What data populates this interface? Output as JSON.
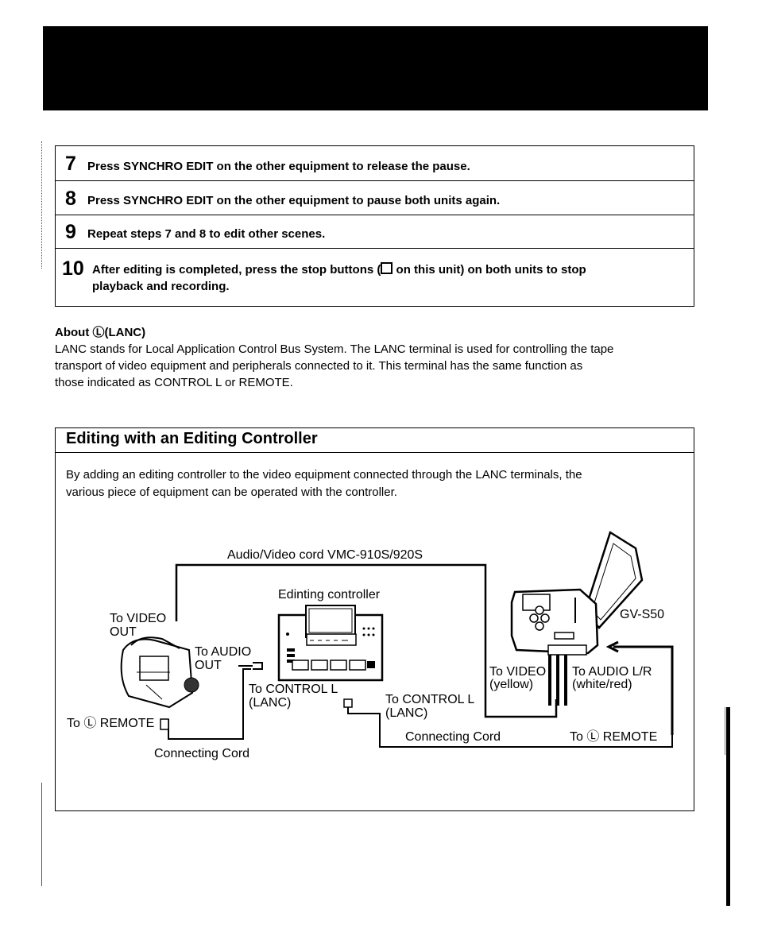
{
  "steps": [
    {
      "num": "7",
      "text": "Press SYNCHRO EDIT on the other equipment to release the pause."
    },
    {
      "num": "8",
      "text": "Press SYNCHRO EDIT on the other equipment to pause both units again."
    },
    {
      "num": "9",
      "text": "Repeat steps 7 and 8 to edit other scenes."
    },
    {
      "num": "10",
      "text_before": "After editing is completed, press the stop buttons (",
      "text_after": " on this unit) on both units to stop",
      "text_line2": "playback and recording."
    }
  ],
  "about": {
    "title": "About Ⓛ(LANC)",
    "body_line1": "LANC stands for Local Application Control Bus System. The LANC terminal is used for controlling the tape",
    "body_line2": "transport of video equipment and peripherals connected to it. This terminal has the same function as",
    "body_line3": "those indicated as CONTROL L or REMOTE."
  },
  "editing": {
    "title": "Editing with an Editing Controller",
    "intro_line1": "By adding an editing controller to the video equipment connected through the LANC terminals, the",
    "intro_line2": "various piece of equipment can be operated with the controller."
  },
  "diagram": {
    "av_cord": "Audio/Video cord VMC-910S/920S",
    "controller": "Edinting controller",
    "to_video_out_1": "To VIDEO",
    "to_video_out_2": "OUT",
    "to_audio_out_1": "To AUDIO",
    "to_audio_out_2": "OUT",
    "to_control_l_1a": "To CONTROL L",
    "to_control_l_1b": "(LANC)",
    "to_control_l_2a": "To CONTROL L",
    "to_control_l_2b": "(LANC)",
    "to_remote_left": "To Ⓛ REMOTE",
    "to_remote_right": "To Ⓛ REMOTE",
    "connecting_cord_left": "Connecting Cord",
    "connecting_cord_right": "Connecting Cord",
    "to_video_1": "To VIDEO",
    "to_video_2": "(yellow)",
    "to_audio_1": "To AUDIO  L/R",
    "to_audio_2": "(white/red)",
    "gv_model": "GV-S50"
  }
}
